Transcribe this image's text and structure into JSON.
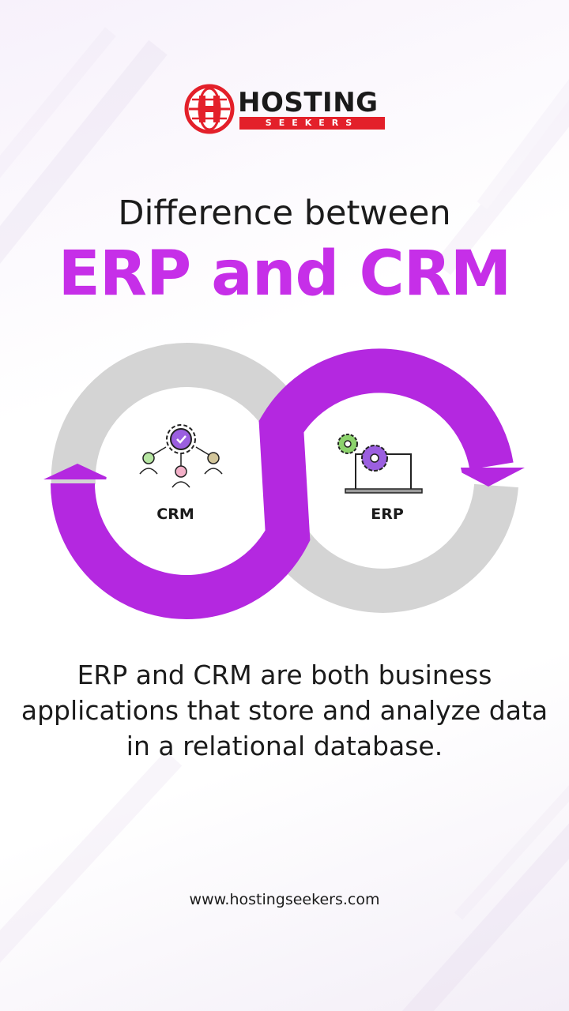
{
  "brand": {
    "logo_text": "HOSTING",
    "logo_subtext": "SEEKERS"
  },
  "heading": {
    "line1": "Difference between",
    "line2": "ERP and CRM"
  },
  "diagram": {
    "left_node": {
      "label": "CRM",
      "icon": "crm-people-gear-icon"
    },
    "right_node": {
      "label": "ERP",
      "icon": "erp-laptop-gears-icon"
    }
  },
  "description": "ERP and CRM are both business applications that store and analyze data in a relational database.",
  "footer": {
    "url": "www.hostingseekers.com"
  },
  "colors": {
    "accent": "#c62fe8",
    "arrow_purple": "#b428e0",
    "ring_gray": "#d4d4d4",
    "brand_red": "#e3202a"
  }
}
